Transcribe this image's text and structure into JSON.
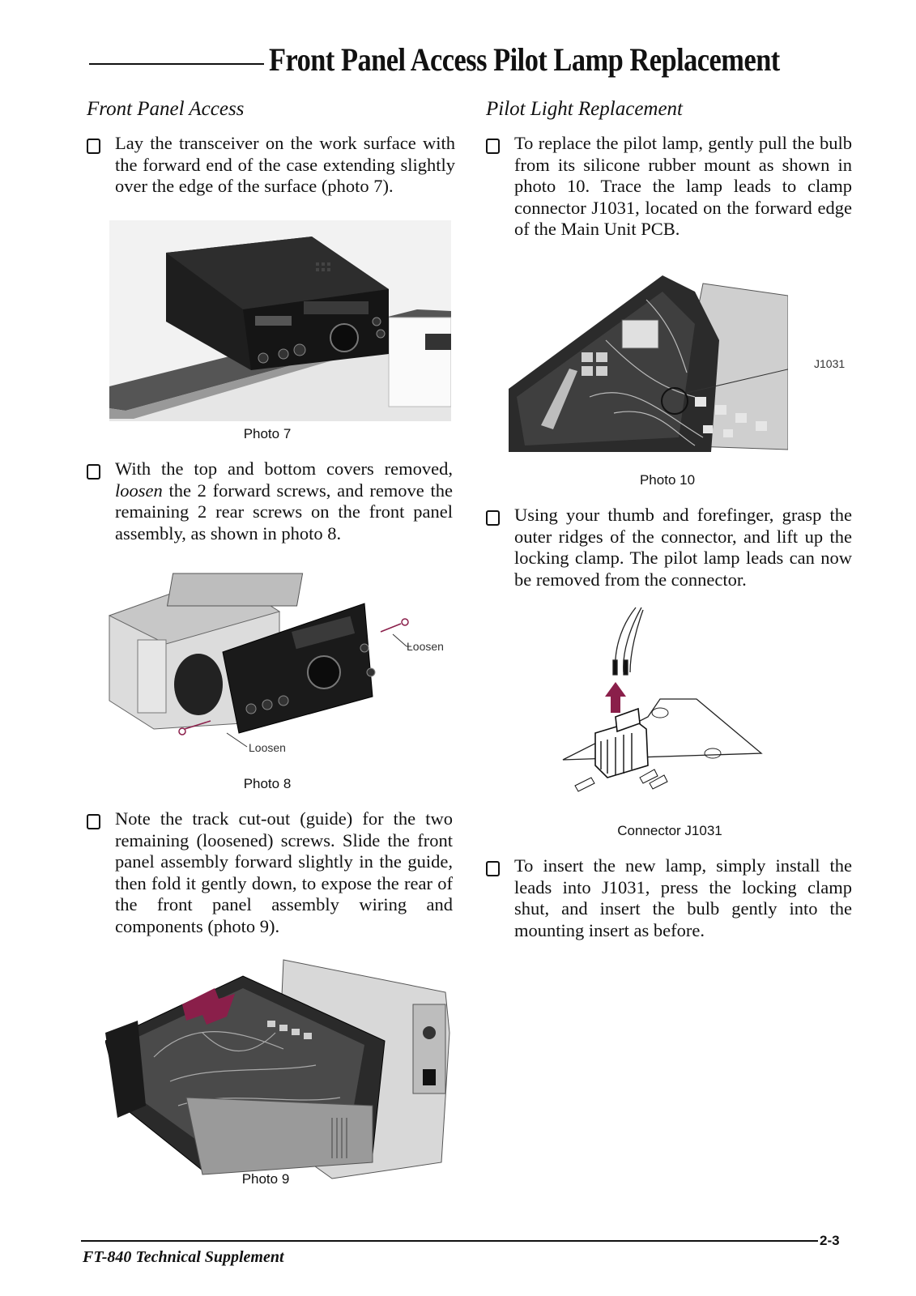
{
  "header": {
    "title": "Front Panel Access Pilot Lamp Replacement"
  },
  "left": {
    "heading": "Front Panel Access",
    "step1": "Lay the transceiver on the work surface with the forward end of the case extending slightly over the edge of the surface (photo 7).",
    "photo7_caption": "Photo 7",
    "step2_pre": "With the top and bottom covers removed, ",
    "step2_italic": "loosen",
    "step2_post": " the 2 forward screws, and remove the remaining 2 rear screws on the front panel assembly, as shown in photo 8.",
    "photo8_callout_top": "Loosen",
    "photo8_callout_bottom": "Loosen",
    "photo8_caption": "Photo 8",
    "step3": "Note the track cut-out (guide) for the two remaining (loosened) screws. Slide the front panel assembly forward slightly in the guide, then fold it gently down, to expose the rear of the front panel assembly wiring and components (photo 9).",
    "photo9_caption": "Photo 9"
  },
  "right": {
    "heading": "Pilot Light Replacement",
    "step1": "To replace the pilot lamp, gently pull the bulb from its silicone rubber mount as shown in photo 10. Trace the lamp leads to clamp connector J1031, located on the forward edge of the Main Unit PCB.",
    "photo10_callout": "J1031",
    "photo10_caption": "Photo 10",
    "step2": "Using your thumb and forefinger, grasp the outer ridges of the connector, and lift up the locking clamp. The pilot lamp leads can now be removed from the connector.",
    "connector_caption": "Connector J1031",
    "step3": "To insert the new lamp, simply install the leads into J1031, press the locking clamp shut, and insert the bulb gently into the mounting insert as before."
  },
  "footer": {
    "title": "FT-840 Technical Supplement",
    "page": "2-3"
  },
  "colors": {
    "accent_arrow": "#8a1f4a",
    "text": "#111111"
  }
}
